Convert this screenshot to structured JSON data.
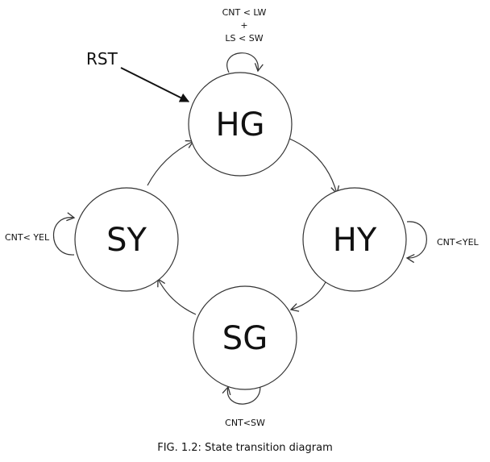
{
  "diagram": {
    "states": {
      "hg": "HG",
      "hy": "HY",
      "sg": "SG",
      "sy": "SY"
    },
    "reset_label": "RST",
    "self_loops": {
      "hg_line1": "CNT < LW",
      "hg_line2": "+",
      "hg_line3": "LS < SW",
      "hy": "CNT<YEL",
      "sg": "CNT<SW",
      "sy": "CNT< YEL"
    },
    "caption": "FIG. 1.2: State transition diagram"
  }
}
